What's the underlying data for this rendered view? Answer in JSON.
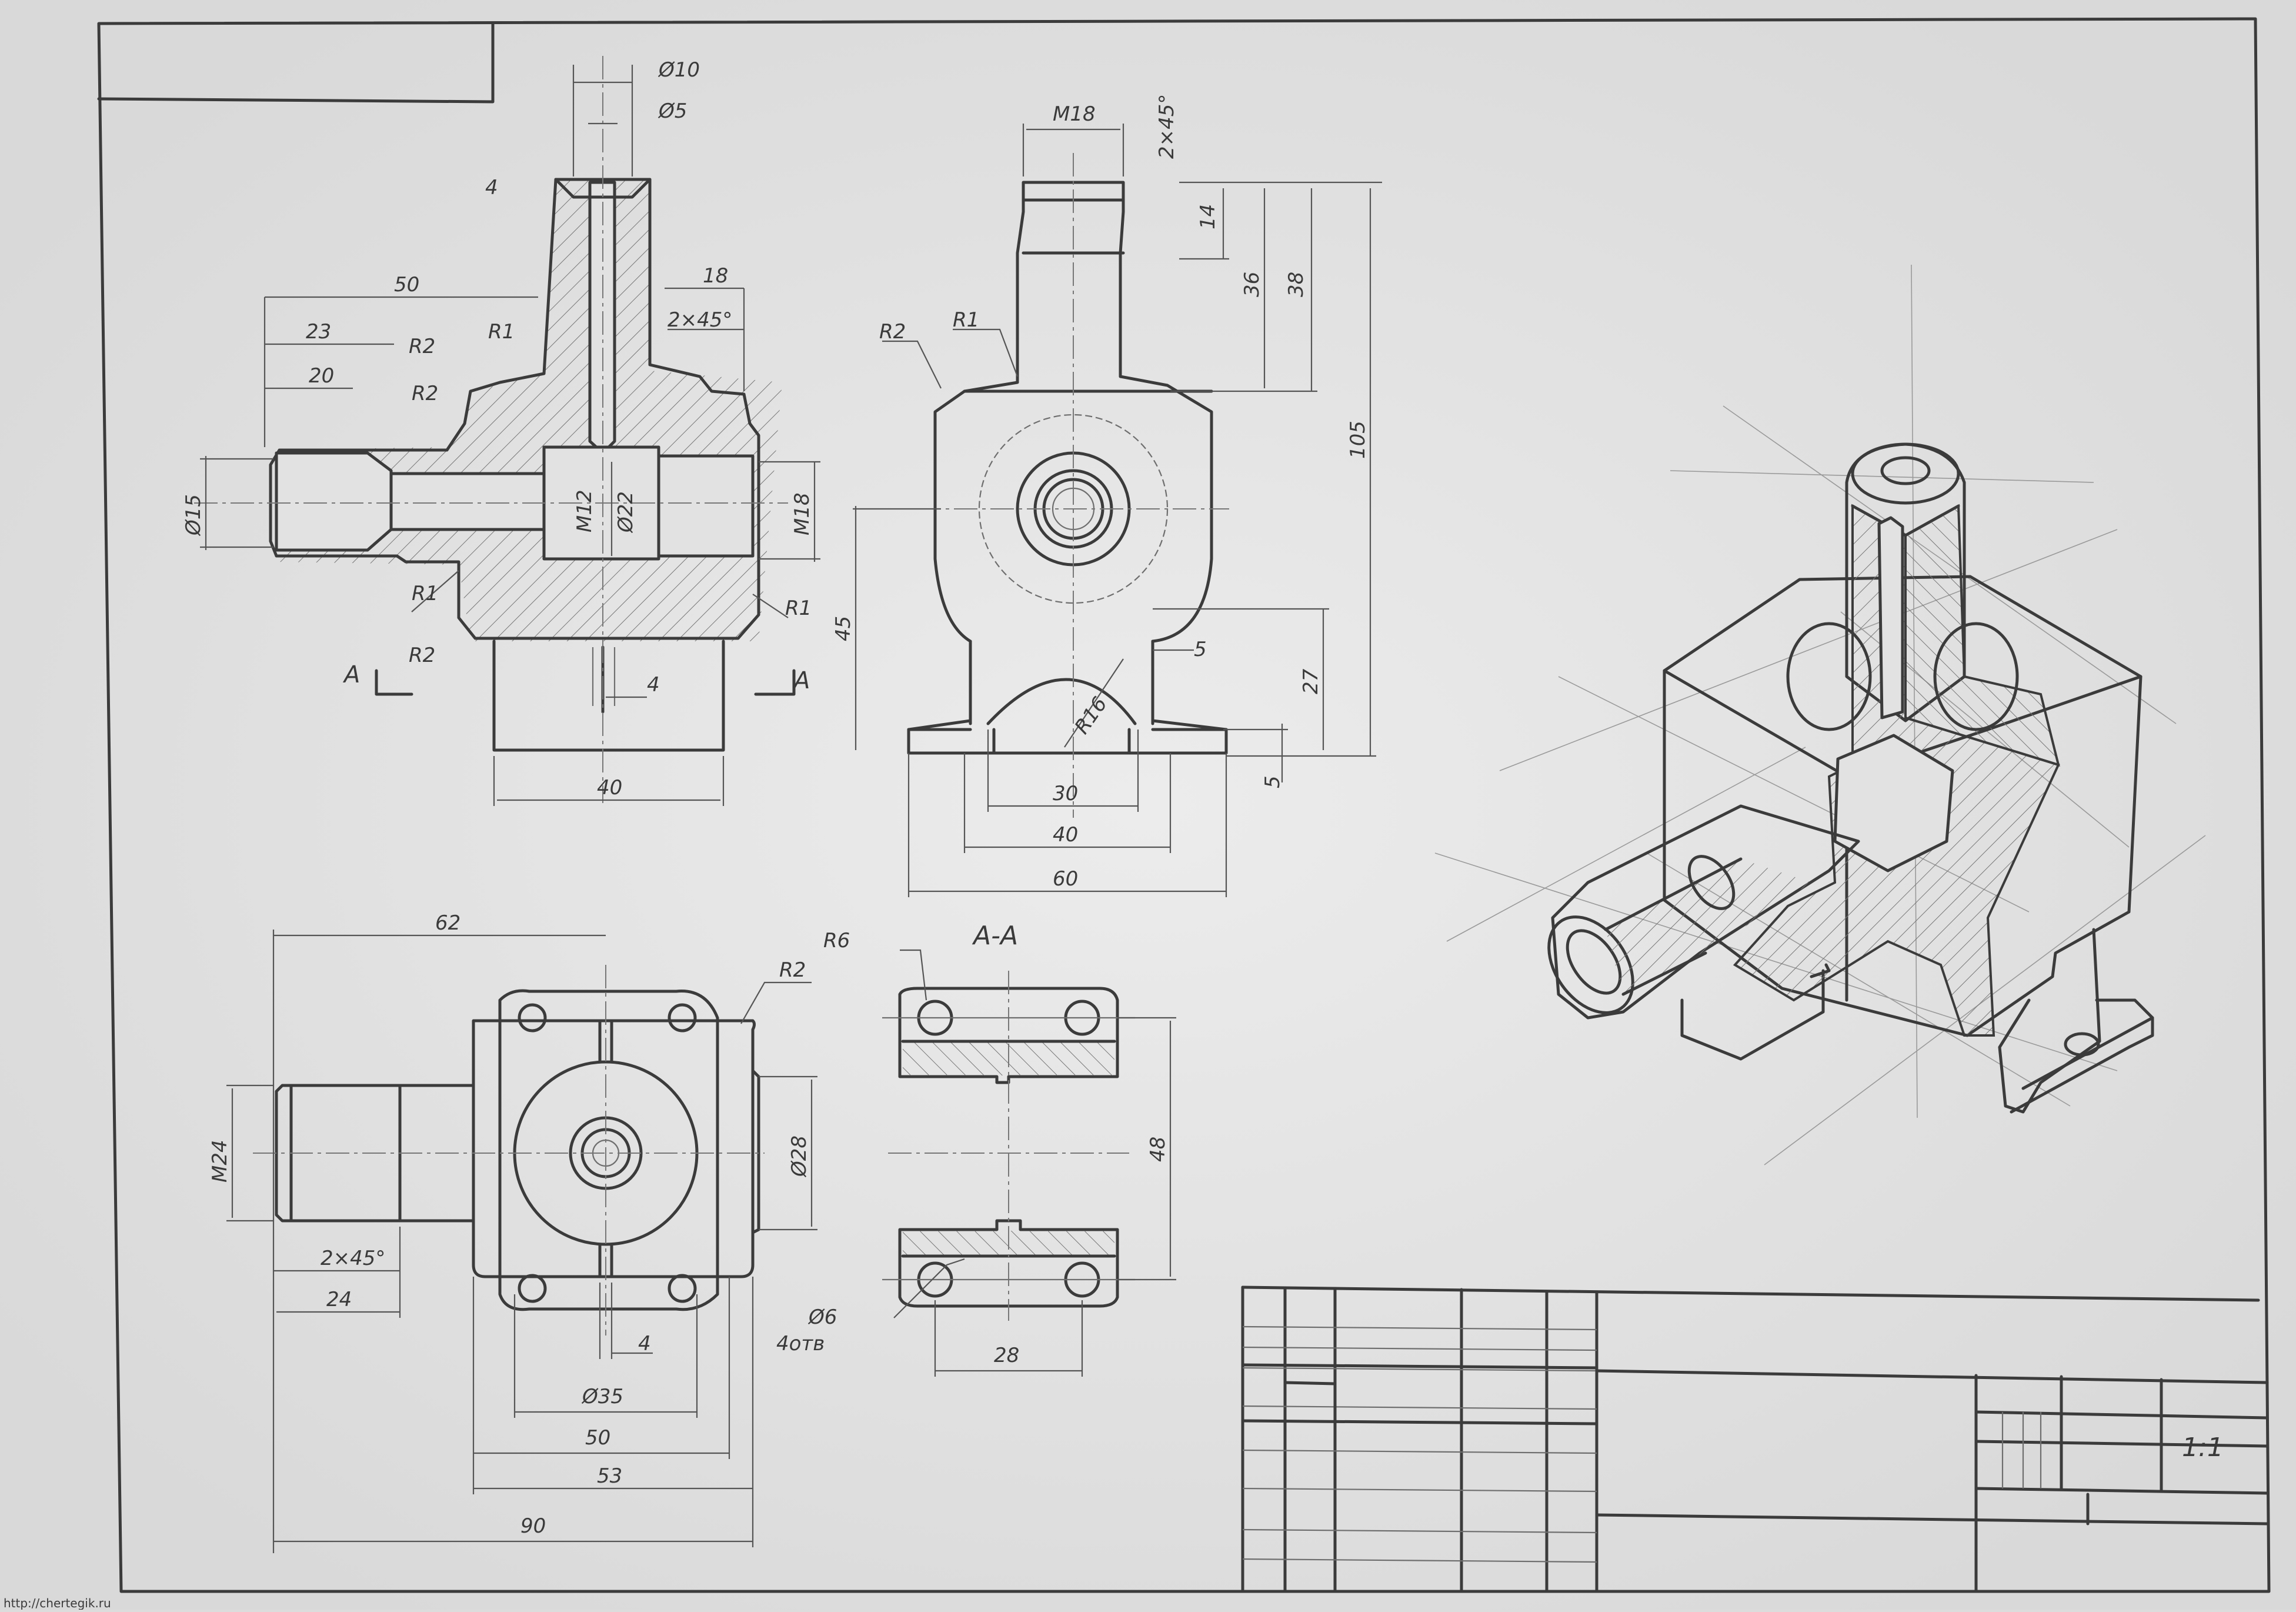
{
  "drawing": {
    "scale": "1:1",
    "section_title": "A-A",
    "section_mark": "A",
    "watermark": "http://chertegik.ru",
    "front_view": {
      "dims": [
        "Ø10",
        "Ø5",
        "4",
        "50",
        "23",
        "20",
        "R2",
        "R1",
        "R2",
        "R1",
        "18",
        "2×45°",
        "Ø15",
        "M12",
        "Ø22",
        "M18",
        "R1",
        "R1",
        "R2",
        "4",
        "40"
      ]
    },
    "side_view": {
      "dims": [
        "M18",
        "2×45°",
        "14",
        "36",
        "38",
        "105",
        "R2",
        "R1",
        "45",
        "27",
        "5",
        "5",
        "R16",
        "30",
        "40",
        "60"
      ]
    },
    "top_view": {
      "dims": [
        "62",
        "R2",
        "M24",
        "Ø28",
        "2×45°",
        "24",
        "4",
        "Ø35",
        "50",
        "53",
        "90"
      ]
    },
    "section_view": {
      "dims": [
        "R6",
        "48",
        "Ø6",
        "4отв",
        "28"
      ]
    }
  },
  "colors": {
    "paper": "#e2e2e2",
    "pencil": "#3b3b3b",
    "background": "#dcdcdc"
  }
}
